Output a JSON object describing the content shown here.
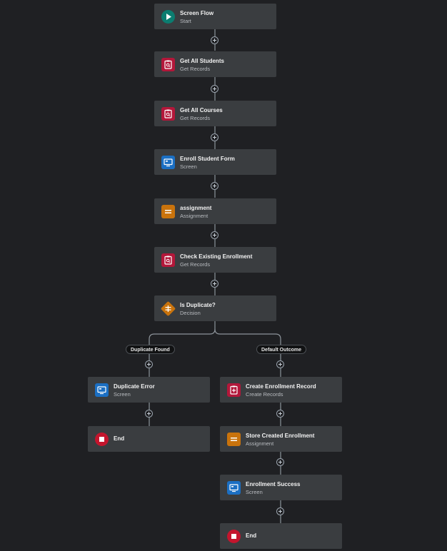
{
  "nodes": {
    "screen_flow": {
      "label": "Screen Flow",
      "type": "Start"
    },
    "get_all_students": {
      "label": "Get All Students",
      "type": "Get Records"
    },
    "get_all_courses": {
      "label": "Get All Courses",
      "type": "Get Records"
    },
    "enroll_student_form": {
      "label": "Enroll Student Form",
      "type": "Screen"
    },
    "assignment": {
      "label": "assignment",
      "type": "Assignment"
    },
    "check_existing_enrollment": {
      "label": "Check Existing Enrollment",
      "type": "Get Records"
    },
    "is_duplicate": {
      "label": "Is Duplicate?",
      "type": "Decision"
    },
    "duplicate_error": {
      "label": "Duplicate Error",
      "type": "Screen"
    },
    "end_left": {
      "label": "End"
    },
    "create_enrollment_record": {
      "label": "Create Enrollment Record",
      "type": "Create Records"
    },
    "store_created_enrollment": {
      "label": "Store Created Enrollment",
      "type": "Assignment"
    },
    "enrollment_success": {
      "label": "Enrollment Success",
      "type": "Screen"
    },
    "end_right": {
      "label": "End"
    }
  },
  "branches": {
    "left": "Duplicate Found",
    "right": "Default Outcome"
  },
  "icons": {
    "start": "play-icon",
    "get_records": "get-records-icon",
    "screen": "screen-icon",
    "assignment": "assignment-icon",
    "decision": "decision-icon",
    "end": "stop-icon",
    "create_records": "create-records-icon"
  },
  "colors": {
    "background": "#1f2023",
    "node": "#3a3d40",
    "start": "#0b7d70",
    "get_records": "#b3173a",
    "screen": "#1b6fc3",
    "assignment": "#c9730c",
    "end": "#c4152d"
  }
}
